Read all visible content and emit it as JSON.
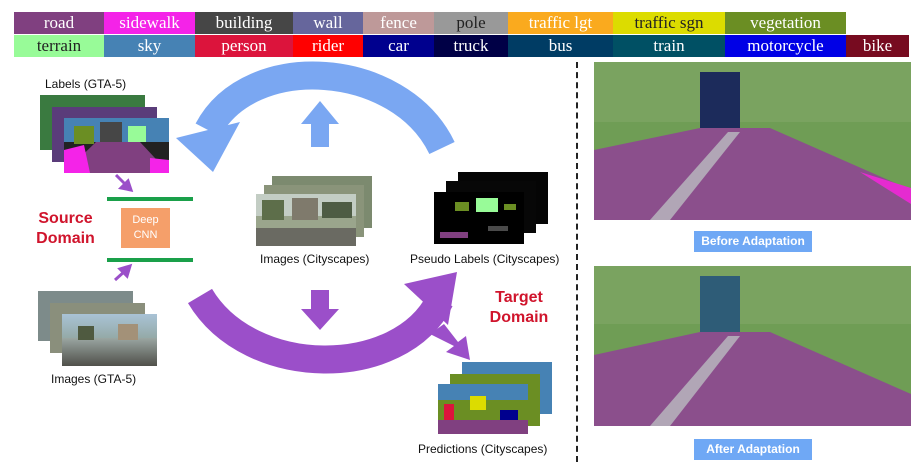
{
  "legend": [
    {
      "label": "road",
      "color": "#804080"
    },
    {
      "label": "sidewalk",
      "color": "#f423e8"
    },
    {
      "label": "building",
      "color": "#464646"
    },
    {
      "label": "wall",
      "color": "#66669c"
    },
    {
      "label": "fence",
      "color": "#be9999"
    },
    {
      "label": "pole",
      "color": "#999999"
    },
    {
      "label": "traffic lgt",
      "color": "#faaa1e"
    },
    {
      "label": "traffic sgn",
      "color": "#dcdc00"
    },
    {
      "label": "vegetation",
      "color": "#6b8e23"
    },
    {
      "label": "terrain",
      "color": "#98fb98"
    },
    {
      "label": "sky",
      "color": "#4682b4"
    },
    {
      "label": "person",
      "color": "#dc143c"
    },
    {
      "label": "rider",
      "color": "#ff0000"
    },
    {
      "label": "car",
      "color": "#00008e"
    },
    {
      "label": "truck",
      "color": "#000046"
    },
    {
      "label": "bus",
      "color": "#003c64"
    },
    {
      "label": "train",
      "color": "#005064"
    },
    {
      "label": "motorcycle",
      "color": "#0000e6"
    },
    {
      "label": "bike",
      "color": "#770b20"
    }
  ],
  "diagram": {
    "labels_gta": "Labels (GTA-5)",
    "images_gta": "Images (GTA-5)",
    "images_cityscapes": "Images (Cityscapes)",
    "pseudo_labels": "Pseudo Labels (Cityscapes)",
    "predictions": "Predictions (Cityscapes)",
    "source_domain": "Source\nDomain",
    "target_domain": "Target\nDomain",
    "cnn": "Deep\nCNN"
  },
  "adaptation": {
    "before": "Before Adaptation",
    "after": "After Adaptation"
  },
  "colors": {
    "arrow_blue": "#7aa7f2",
    "arrow_purple": "#9b4fc9",
    "accent_red": "#d0142c",
    "cnn_orange": "#f59f6a",
    "bar_green": "#1aa04a"
  }
}
